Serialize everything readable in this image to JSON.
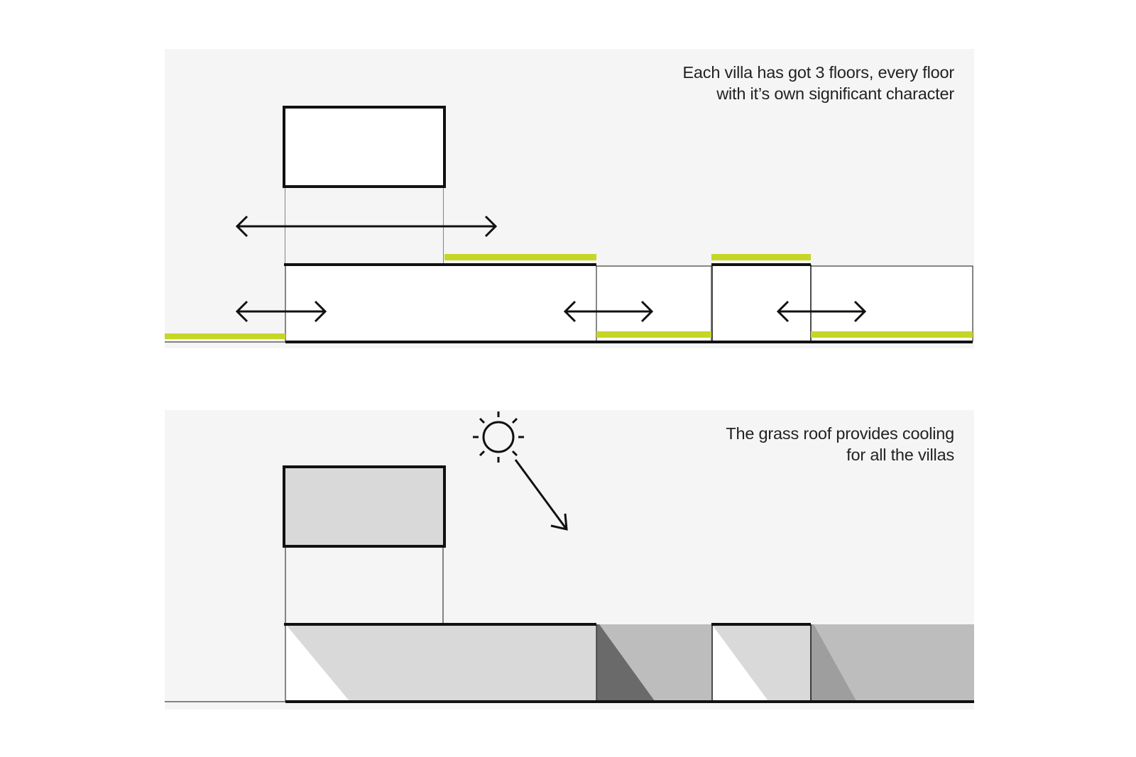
{
  "colors": {
    "background": "#ffffff",
    "panel": "#f5f5f5",
    "line": "#111111",
    "grass": "#c5d627",
    "shade_light": "#d9d9d9",
    "shade_mid": "#bdbdbd",
    "shade_dark": "#6a6a6a",
    "shade_darker": "#9e9e9e"
  },
  "top_panel": {
    "caption_line1": "Each villa has got 3 floors, every floor",
    "caption_line2": "with it’s own significant character",
    "icons": [
      "double-arrow-icon",
      "double-arrow-icon",
      "double-arrow-icon",
      "double-arrow-icon"
    ]
  },
  "bottom_panel": {
    "caption_line1": "The grass roof provides cooling",
    "caption_line2": "for all the villas",
    "icons": [
      "sun-icon",
      "sun-ray-arrow-icon"
    ]
  }
}
